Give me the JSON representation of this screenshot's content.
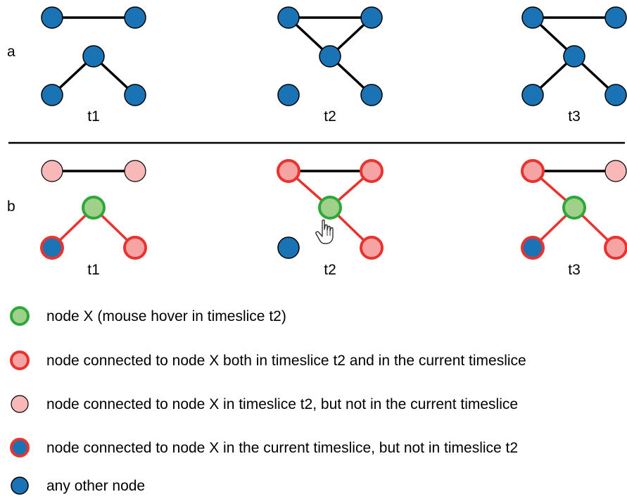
{
  "panel_a": {
    "label": "a",
    "timeslices": [
      "t1",
      "t2",
      "t3"
    ]
  },
  "panel_b": {
    "label": "b",
    "timeslices": [
      "t1",
      "t2",
      "t3"
    ]
  },
  "legend": [
    {
      "style": "green",
      "text": "node X (mouse hover in timeslice t2)"
    },
    {
      "style": "pinkred",
      "text": "node connected to node X both in timeslice t2 and in the current timeslice"
    },
    {
      "style": "pink",
      "text": "node connected to node X in timeslice t2, but not in the current timeslice"
    },
    {
      "style": "bluered",
      "text": "node connected to node X in the current timeslice, but not in timeslice t2"
    },
    {
      "style": "blue",
      "text": "any other node"
    }
  ],
  "icons": {
    "cursor": "hand-pointer-icon"
  }
}
